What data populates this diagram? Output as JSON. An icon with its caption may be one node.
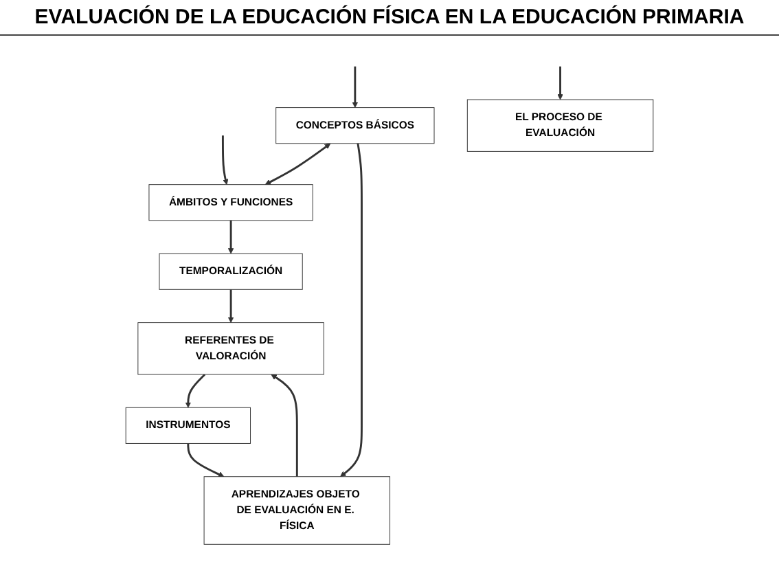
{
  "diagram": {
    "title": "EVALUACIÓN DE LA EDUCACIÓN FÍSICA EN LA EDUCACIÓN PRIMARIA",
    "nodes": [
      {
        "text": [
          "CONCEPTOS BÁSICOS"
        ]
      },
      {
        "text": [
          "ÁMBITOS Y FUNCIONES"
        ]
      },
      {
        "text": [
          "EL PROCESO DE EVALUACIÓN"
        ]
      },
      {
        "text": [
          "TEMPORALIZACIÓN"
        ]
      },
      {
        "text": [
          "APRENDIZAJES OBJETO DE EVALUACIÓN EN E. FÍSICA"
        ]
      },
      {
        "text": [
          "REFERENTES DE VALORACIÓN"
        ]
      },
      {
        "text": [
          "INSTRUMENTOS"
        ]
      }
    ],
    "edges": [
      {
        "from": null,
        "to": 0,
        "arrow": "to"
      },
      {
        "from": null,
        "to": 1,
        "arrow": "to"
      },
      {
        "from": 0,
        "to": 1,
        "arrow": "both"
      },
      {
        "from": null,
        "to": 2,
        "arrow": "to"
      },
      {
        "from": 0,
        "to": 4,
        "arrow": "to"
      },
      {
        "from": 1,
        "to": 3,
        "arrow": "to"
      },
      {
        "from": 3,
        "to": 5,
        "arrow": "to"
      },
      {
        "from": 4,
        "to": 5,
        "arrow": "to"
      },
      {
        "from": 5,
        "to": 6,
        "arrow": "to"
      },
      {
        "from": 6,
        "to": 4,
        "arrow": "to"
      }
    ]
  }
}
